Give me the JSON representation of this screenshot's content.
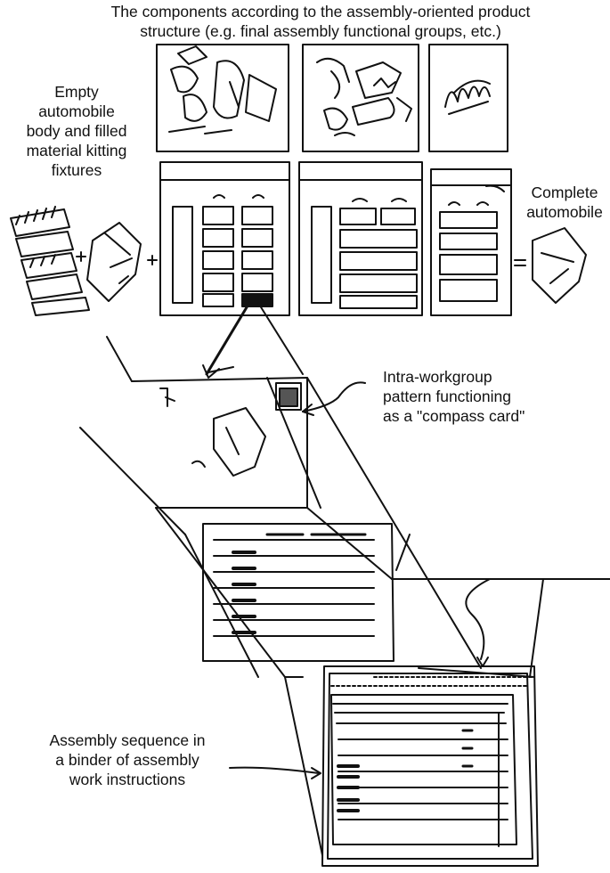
{
  "labels": {
    "top_line1": "The components according to the assembly-oriented product",
    "top_line2": "structure (e.g. final assembly functional groups, etc.)",
    "left_line1": "Empty",
    "left_line2": "automobile",
    "left_line3": "body and filled",
    "left_line4": "material kitting",
    "left_line5": "fixtures",
    "right_line1": "Complete",
    "right_line2": "automobile",
    "compass_line1": "Intra-workgroup",
    "compass_line2": "pattern functioning",
    "compass_line3": "as a \"compass card\"",
    "binder_line1": "Assembly sequence in",
    "binder_line2": "a binder of assembly",
    "binder_line3": "work instructions"
  },
  "colors": {
    "ink": "#111111",
    "paper": "#ffffff"
  }
}
